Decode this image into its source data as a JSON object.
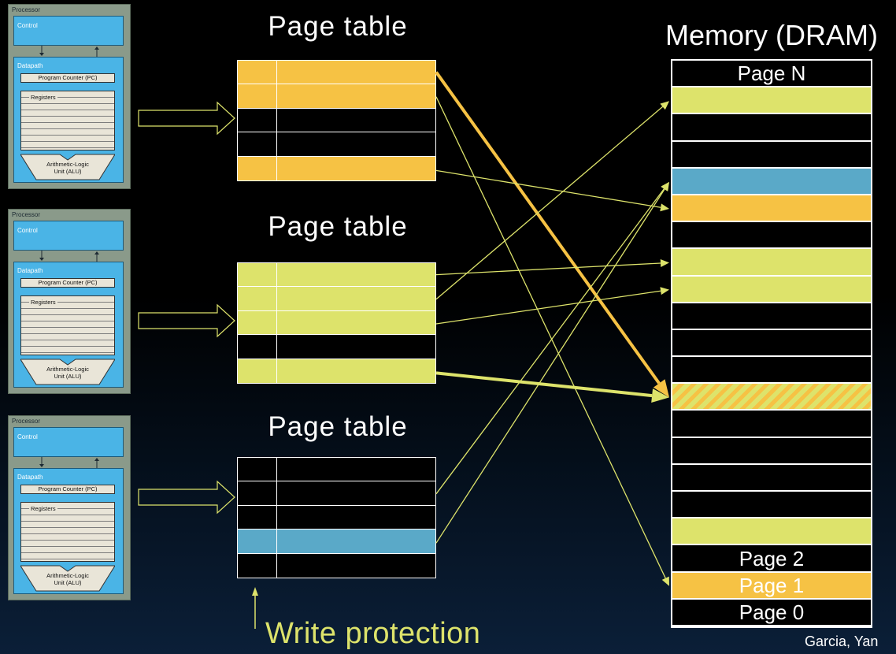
{
  "colors": {
    "orange": "#f6c244",
    "lime": "#dde36b",
    "blue": "#5aa9c8",
    "black": "#000000",
    "white": "#ffffff"
  },
  "processor": {
    "title": "Processor",
    "control": "Control",
    "datapath": "Datapath",
    "pc": "Program Counter (PC)",
    "registers": "Registers",
    "alu_line1": "Arithmetic-Logic",
    "alu_line2": "Unit (ALU)"
  },
  "page_tables": [
    {
      "title": "Page table",
      "rows": [
        "orange",
        "orange",
        "black",
        "black",
        "orange"
      ]
    },
    {
      "title": "Page table",
      "rows": [
        "lime",
        "lime",
        "lime",
        "black",
        "lime"
      ]
    },
    {
      "title": "Page table",
      "rows": [
        "black",
        "black",
        "black",
        "blue",
        "black"
      ]
    }
  ],
  "memory": {
    "title": "Memory (DRAM)",
    "slots": [
      {
        "fill": "black",
        "label": "Page N"
      },
      {
        "fill": "lime",
        "label": ""
      },
      {
        "fill": "black",
        "label": ""
      },
      {
        "fill": "black",
        "label": ""
      },
      {
        "fill": "blue",
        "label": ""
      },
      {
        "fill": "orange",
        "label": ""
      },
      {
        "fill": "black",
        "label": ""
      },
      {
        "fill": "lime",
        "label": ""
      },
      {
        "fill": "lime",
        "label": ""
      },
      {
        "fill": "black",
        "label": ""
      },
      {
        "fill": "black",
        "label": ""
      },
      {
        "fill": "black",
        "label": ""
      },
      {
        "fill": "shared",
        "label": ""
      },
      {
        "fill": "black",
        "label": ""
      },
      {
        "fill": "black",
        "label": ""
      },
      {
        "fill": "black",
        "label": ""
      },
      {
        "fill": "black",
        "label": ""
      },
      {
        "fill": "lime",
        "label": ""
      },
      {
        "fill": "black",
        "label": "Page 2"
      },
      {
        "fill": "orange",
        "label": "Page 1"
      },
      {
        "fill": "black",
        "label": "Page 0"
      }
    ]
  },
  "mappings": [
    {
      "table": 0,
      "row": 0,
      "slot": 12,
      "color": "orange",
      "bold": true
    },
    {
      "table": 0,
      "row": 1,
      "slot": 19,
      "color": "lime",
      "bold": false
    },
    {
      "table": 0,
      "row": 4,
      "slot": 5,
      "color": "lime",
      "bold": false
    },
    {
      "table": 1,
      "row": 0,
      "slot": 7,
      "color": "lime",
      "bold": false
    },
    {
      "table": 1,
      "row": 1,
      "slot": 1,
      "color": "lime",
      "bold": false
    },
    {
      "table": 1,
      "row": 2,
      "slot": 8,
      "color": "lime",
      "bold": false
    },
    {
      "table": 1,
      "row": 4,
      "slot": 12,
      "color": "lime",
      "bold": true
    },
    {
      "table": 2,
      "row": 1,
      "slot": 4,
      "color": "lime",
      "bold": false
    },
    {
      "table": 2,
      "row": 3,
      "slot": 4,
      "color": "lime",
      "bold": false
    }
  ],
  "write_protection": "Write protection",
  "credit": "Garcia, Yan"
}
